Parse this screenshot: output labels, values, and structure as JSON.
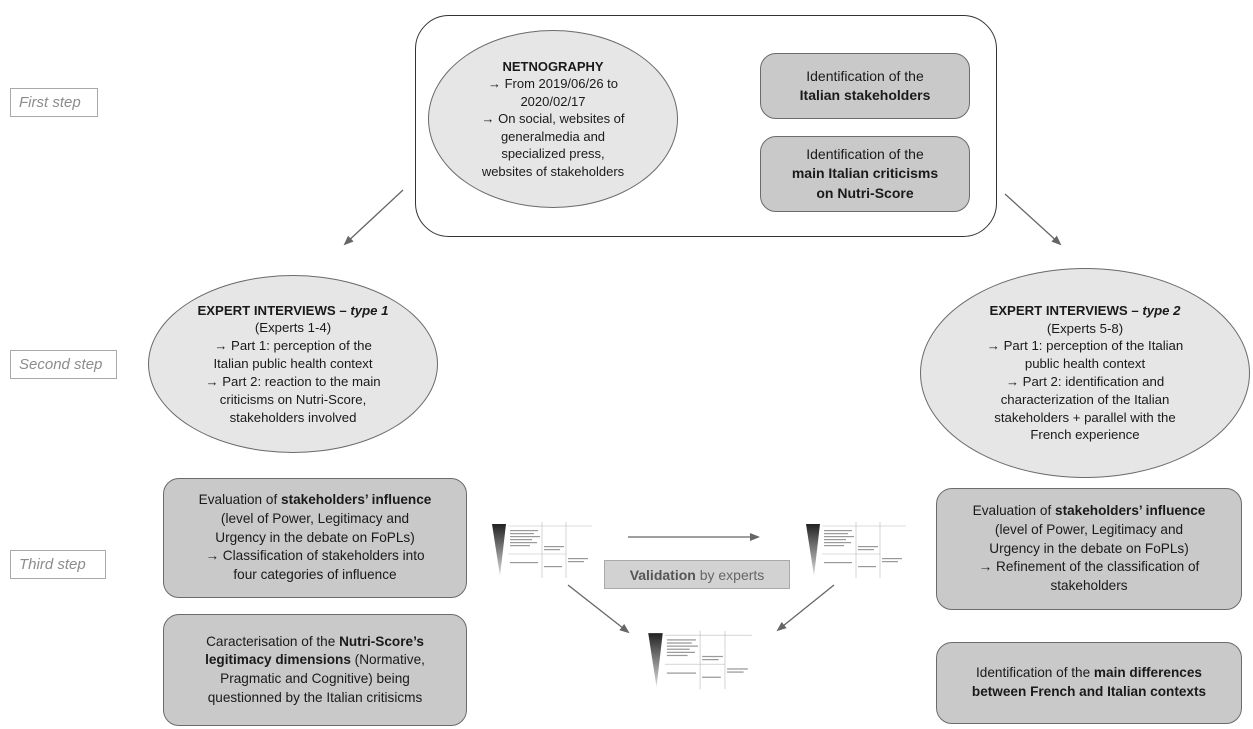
{
  "steps": {
    "first": "First step",
    "second": "Second step",
    "third": "Third step"
  },
  "netnography": {
    "title": "NETNOGRAPHY",
    "lines": [
      "→ From 2019/06/26 to",
      "2020/02/17",
      "→ On social, websites of",
      "generalmedia and",
      "specialized press,",
      "websites of stakeholders"
    ]
  },
  "identification_stakeholders": {
    "line1": "Identification of the",
    "line2_bold": "Italian stakeholders"
  },
  "identification_criticisms": {
    "line1": "Identification of the",
    "line2_bold": "main Italian criticisms",
    "line3_bold": "on Nutri-Score"
  },
  "expert_type1": {
    "title_prefix": "EXPERT INTERVIEWS – ",
    "title_type": "type 1",
    "lines": [
      "(Experts 1-4)",
      "→ Part 1: perception of the",
      "Italian public health context",
      "→ Part 2: reaction to the main",
      "criticisms on Nutri-Score,",
      "stakeholders involved"
    ]
  },
  "expert_type2": {
    "title_prefix": "EXPERT INTERVIEWS – ",
    "title_type": "type 2",
    "lines": [
      "(Experts 5-8)",
      "→ Part 1: perception of the Italian",
      "public health context",
      "→ Part 2: identification and",
      "characterization of the Italian",
      "stakeholders + parallel with the",
      "French experience"
    ]
  },
  "eval_left": {
    "l1_pre": "Evaluation of ",
    "l1_bold": "stakeholders’ influence",
    "l2": "(level of Power, Legitimacy and",
    "l3": "Urgency in the debate on FoPLs)",
    "l4": "→ Classification of stakeholders into",
    "l5": "four categories of influence"
  },
  "eval_right": {
    "l1_pre": "Evaluation of ",
    "l1_bold": "stakeholders’ influence",
    "l2": "(level of Power, Legitimacy and",
    "l3": "Urgency in the debate on FoPLs)",
    "l4": "→ Refinement of the classification of",
    "l5": "stakeholders"
  },
  "legitimacy": {
    "l1": "Caracterisation of the",
    "l1_bold": "Nutri-Score’s",
    "l2_bold": "legitimacy dimensions",
    "l2_post": " (Normative,",
    "l3": "Pragmatic and Cognitive) being",
    "l4": "questionned by the Italian critisicms"
  },
  "differences": {
    "l1_pre": "Identification of the ",
    "l1_bold": "main differences",
    "l2_bold": "between French and Italian contexts"
  },
  "validation": {
    "bold": "Validation",
    "rest": " by experts"
  },
  "colors": {
    "box_fill": "#c9c9c9",
    "ellipse_fill": "#e6e6e6",
    "arrow": "#666666"
  }
}
